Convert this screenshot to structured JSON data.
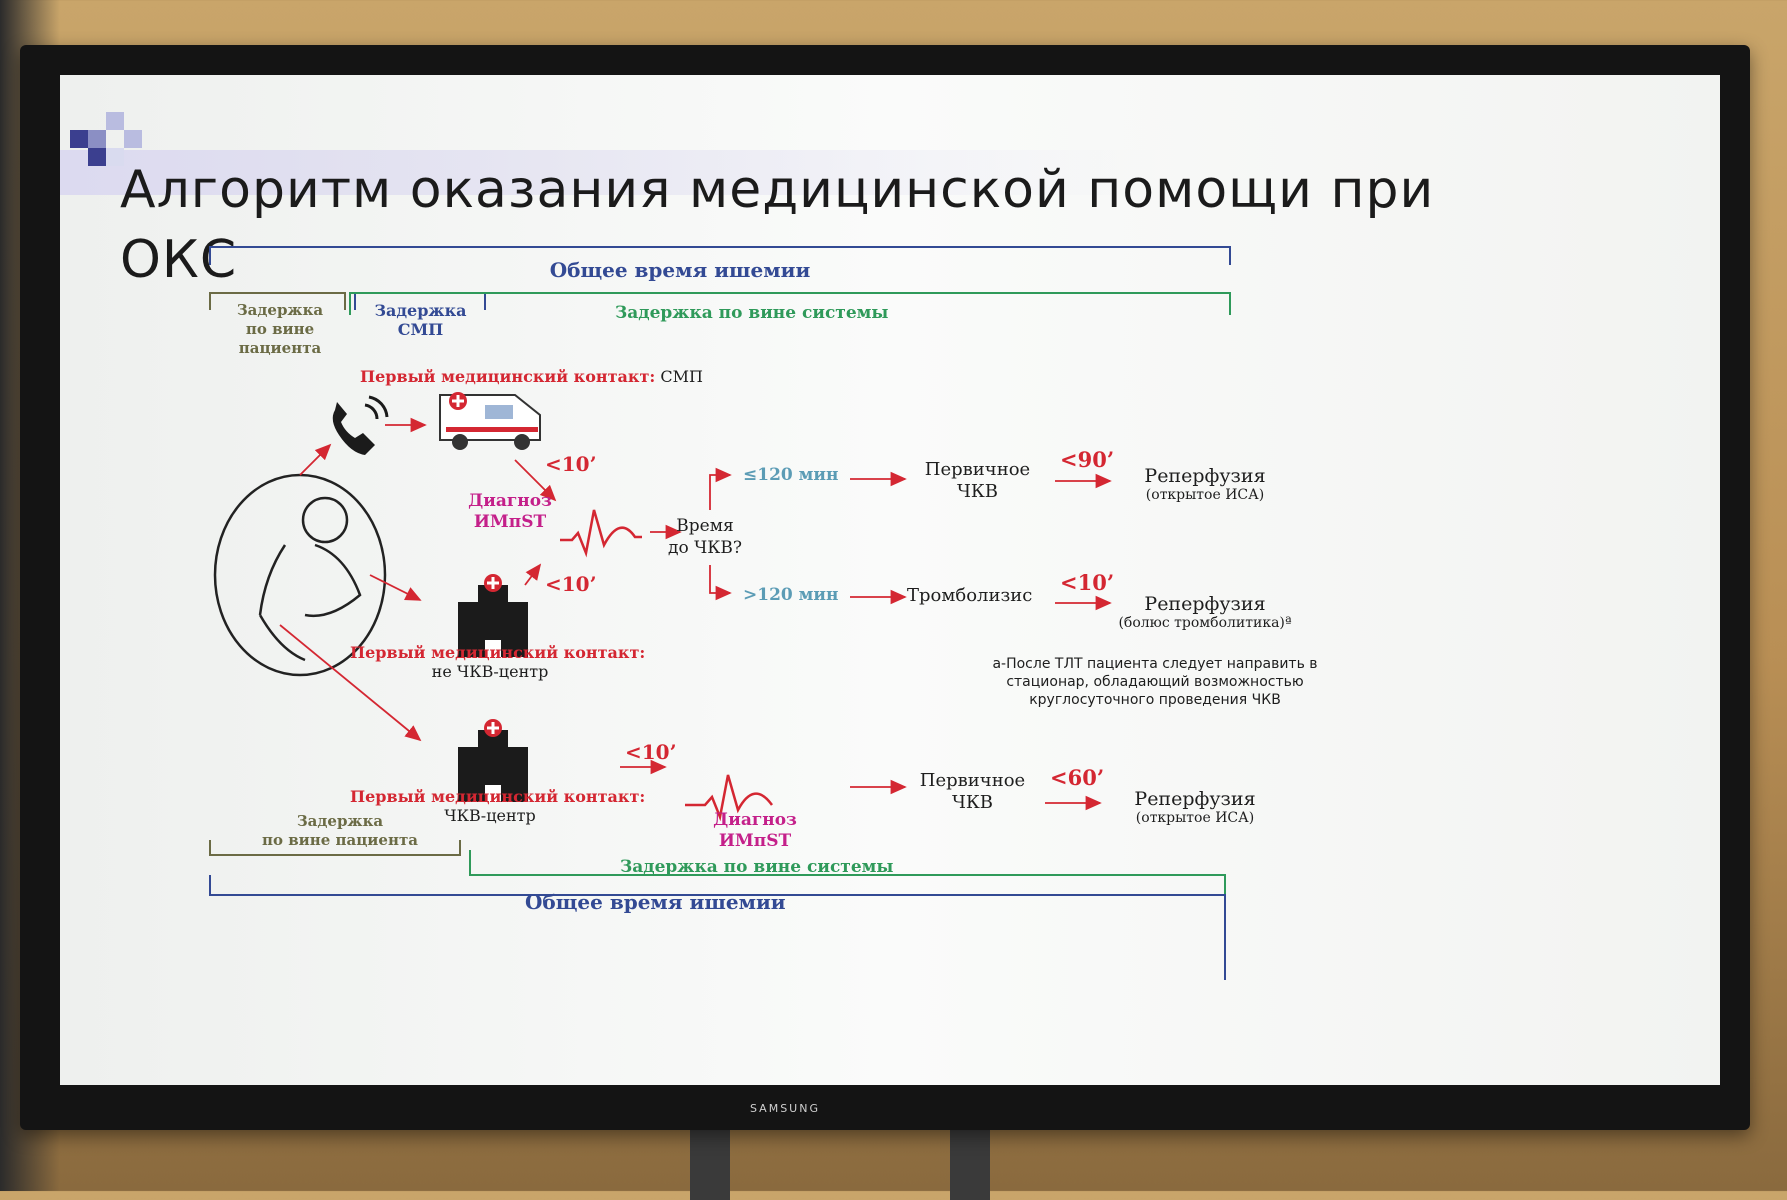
{
  "title": "Алгоритм оказания медицинской помощи при ОКС",
  "brand": "SAMSUNG",
  "top": {
    "total": "Общее время ишемии",
    "patient_delay": [
      "Задержка",
      "по вине",
      "пациента"
    ],
    "ems_delay": [
      "Задержка",
      "СМП"
    ],
    "system_delay": "Задержка по вине системы"
  },
  "ems_contact": {
    "label": "Первый медицинский контакт:",
    "value": "СМП"
  },
  "diagnosis": [
    "Диагноз",
    "ИМпST"
  ],
  "t10a": "<10’",
  "t10b": "<10’",
  "pci_time": [
    "Время",
    "до ЧКВ?"
  ],
  "branch_le": "≤120 мин",
  "branch_gt": ">120 мин",
  "primary_pci": [
    "Первичное",
    "ЧКВ"
  ],
  "t90": "<90’",
  "reperf1": {
    "title": "Реперфузия",
    "sub": "(открытое ИСА)"
  },
  "thrombolysis": "Тромболизис",
  "t10c": "<10’",
  "reperf2": {
    "title": "Реперфузия",
    "sub": "(болюс тромболитика)ª"
  },
  "note": [
    "а-После ТЛТ пациента следует направить в",
    "стационар, обладающий возможностью",
    "круглосуточного проведения ЧКВ"
  ],
  "non_pci_contact": {
    "label": "Первый медицинский контакт:",
    "value": "не ЧКВ-центр"
  },
  "pci_contact": {
    "label": "Первый медицинский контакт:",
    "value": "ЧКВ-центр"
  },
  "t10d": "<10’",
  "diagnosis2": [
    "Диагноз",
    "ИМпST"
  ],
  "primary_pci2": [
    "Первичное",
    "ЧКВ"
  ],
  "t60": "<60’",
  "reperf3": {
    "title": "Реперфузия",
    "sub": "(открытое ИСА)"
  },
  "bottom": {
    "patient_delay": [
      "Задержка",
      "по вине пациента"
    ],
    "system_delay": "Задержка по вине системы",
    "total": "Общее время ишемии"
  },
  "colors": {
    "red": "#d42732",
    "blue": "#334a94",
    "green": "#2f9a5a",
    "magenta": "#c4208a",
    "teal": "#5b9cb5"
  }
}
